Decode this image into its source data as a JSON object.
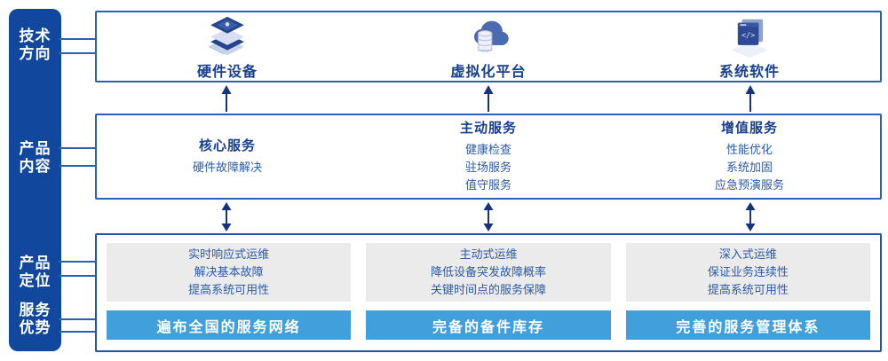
{
  "sidebar": {
    "items": [
      {
        "label": "技术方向",
        "lines": [
          "技术",
          "方向"
        ]
      },
      {
        "label": "产品内容",
        "lines": [
          "产品",
          "内容"
        ]
      },
      {
        "label": "产品定位",
        "lines": [
          "产品",
          "定位"
        ]
      },
      {
        "label": "服务优势",
        "lines": [
          "服务",
          "优势"
        ]
      }
    ]
  },
  "tech_row": {
    "items": [
      {
        "label": "硬件设备",
        "icon": "server-stack-icon"
      },
      {
        "label": "虚拟化平台",
        "icon": "cloud-database-icon"
      },
      {
        "label": "系统软件",
        "icon": "code-window-icon"
      }
    ]
  },
  "content_row": {
    "columns": [
      {
        "title": "核心服务",
        "items": [
          "硬件故障解决"
        ]
      },
      {
        "title": "主动服务",
        "items": [
          "健康检查",
          "驻场服务",
          "值守服务"
        ]
      },
      {
        "title": "增值服务",
        "items": [
          "性能优化",
          "系统加固",
          "应急预演服务"
        ]
      }
    ]
  },
  "bottom_row": {
    "columns": [
      {
        "positioning": [
          "实时响应式运维",
          "解决基本故障",
          "提高系统可用性"
        ],
        "advantage": "遍布全国的服务网络"
      },
      {
        "positioning": [
          "主动式运维",
          "降低设备突发故障概率",
          "关键时间点的服务保障"
        ],
        "advantage": "完备的备件库存"
      },
      {
        "positioning": [
          "深入式运维",
          "保证业务连续性",
          "提高系统可用性"
        ],
        "advantage": "完善的服务管理体系"
      }
    ]
  },
  "colors": {
    "sidebar_bg": "#11479D",
    "box_border": "#2A62AE",
    "title_text": "#17408C",
    "body_text": "#2C5AA8",
    "banner_bg": "#41A0DC",
    "card_bg": "#EBEBEB",
    "arrow": "#16337E"
  }
}
